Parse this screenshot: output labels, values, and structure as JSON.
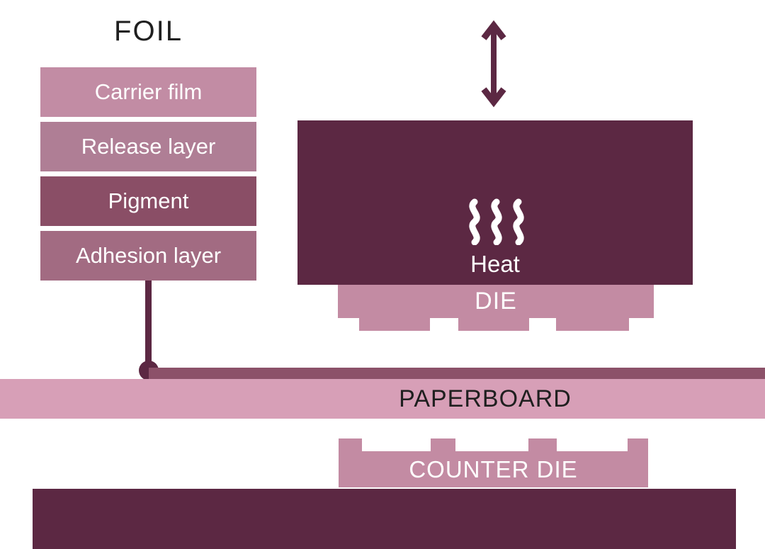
{
  "palette": {
    "dark": "#5c2843",
    "die_pink": "#c38ba3",
    "paperboard": "#d79fb7",
    "foil_strip": "#8c5169",
    "text_dark": "#1f1f1f",
    "white": "#ffffff"
  },
  "foil": {
    "title": "FOIL",
    "layers": [
      {
        "label": "Carrier film",
        "color": "#c28ca4"
      },
      {
        "label": "Release layer",
        "color": "#af7e95"
      },
      {
        "label": "Pigment",
        "color": "#8a4e66"
      },
      {
        "label": "Adhesion layer",
        "color": "#a26b82"
      }
    ]
  },
  "press": {
    "motion_icon": "double-headed-vertical-arrow",
    "heat_icon": "heat-waves",
    "heat_label": "Heat",
    "die_label": "DIE"
  },
  "substrate": {
    "paperboard_label": "PAPERBOARD",
    "counter_die_label": "COUNTER DIE"
  }
}
